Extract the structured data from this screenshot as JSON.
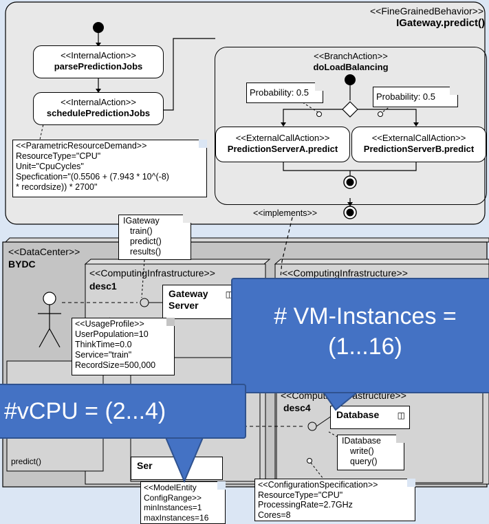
{
  "behavior": {
    "stereotype": "<<FineGrainedBehavior>>",
    "name": "IGateway.predict()",
    "actions": {
      "parse": {
        "stereotype": "<<InternalAction>>",
        "name": "parsePredictionJobs"
      },
      "schedule": {
        "stereotype": "<<InternalAction>>",
        "name": "schedulePredictionJobs"
      }
    },
    "demand_note": {
      "line1": "<<ParametricResourceDemand>>",
      "line2": "ResourceType=\"CPU\"",
      "line3": "Unit=\"CpuCycles\"",
      "line4": "Specfication=\"(0.5506 + (7.943 * 10^(-8)",
      "line5": "* recordsize)) * 2700\""
    },
    "branch": {
      "stereotype": "<<BranchAction>>",
      "name": "doLoadBalancing",
      "prob_left": "Probability: 0.5",
      "prob_right": "Probability: 0.5",
      "call_a": {
        "stereotype": "<<ExternalCallAction>>",
        "name": "PredictionServerA.predict"
      },
      "call_b": {
        "stereotype": "<<ExternalCallAction>>",
        "name": "PredictionServerB.predict"
      }
    },
    "implements_label": "<<implements>>"
  },
  "igateway_note": {
    "title": "IGateway",
    "ops": [
      "train()",
      "predict()",
      "results()"
    ]
  },
  "datacenter": {
    "stereotype": "<<DataCenter>>",
    "name": "BYDC",
    "ci1": {
      "stereotype": "<<ComputingInfrastructure>>",
      "name": "desc1",
      "component": "Gateway Server"
    },
    "ci2": {
      "stereotype": "<<ComputingInfrastructure>>"
    },
    "ci4": {
      "stereotype": "<<ComputingInfrastructure>>",
      "name": "desc4",
      "component": "Database"
    },
    "usage": {
      "line1": "<<UsageProfile>>",
      "line2": "UserPopulation=10",
      "line3": "ThinkTime=0.0",
      "line4": "Service=\"train\"",
      "line5": "RecordSize=500,000"
    },
    "idatabase": {
      "title": "IDatabase",
      "ops": [
        "write()",
        "query()"
      ]
    },
    "config": {
      "line1": "<<ConfigurationSpecification>>",
      "line2": "ResourceType=\"CPU\"",
      "line3": "ProcessingRate=2.7GHz",
      "line4": "Cores=8"
    },
    "model_entity": {
      "line1": "<<ModelEntity",
      "line2": "ConfigRange>>",
      "line3": "minInstances=1",
      "line4": "maxInstances=16"
    },
    "ser_label": "Ser",
    "predict_label": "predict()"
  },
  "callouts": {
    "vm": "# VM-Instances = (1...16)",
    "vcpu": "#vCPU = (2...4)"
  },
  "colors": {
    "background": "#dbe6f4",
    "panel": "#e8e8e8",
    "datacenter": "#c8c8c8",
    "callout": "#4472c4"
  }
}
